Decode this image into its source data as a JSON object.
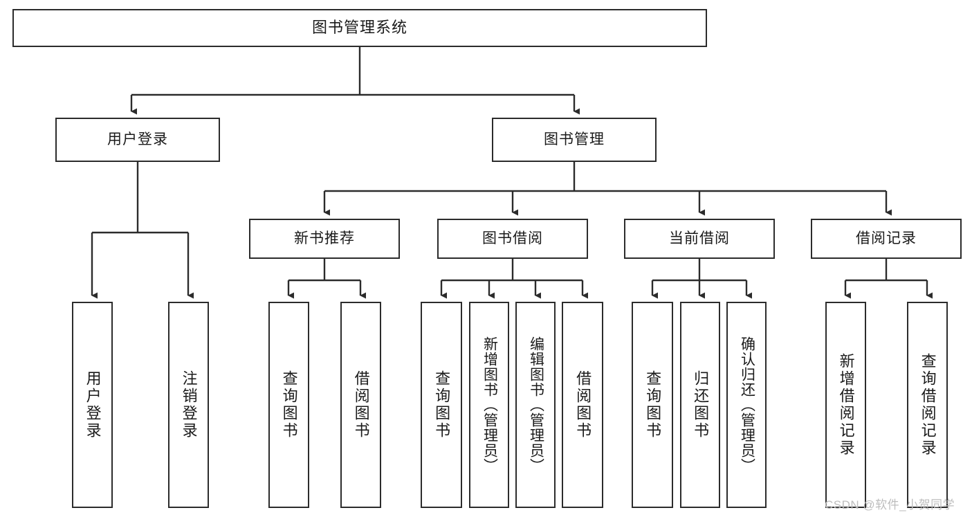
{
  "diagram": {
    "title": "图书管理系统",
    "type": "功能结构图",
    "levels": {
      "root": {
        "label": "图书管理系统"
      },
      "level2": [
        {
          "id": "user-login",
          "label": "用户登录"
        },
        {
          "id": "book-management",
          "label": "图书管理"
        }
      ],
      "level3": [
        {
          "id": "new-book-recommend",
          "label": "新书推荐",
          "parent": "book-management"
        },
        {
          "id": "book-borrow",
          "label": "图书借阅",
          "parent": "book-management"
        },
        {
          "id": "current-borrow",
          "label": "当前借阅",
          "parent": "book-management"
        },
        {
          "id": "borrow-record",
          "label": "借阅记录",
          "parent": "book-management"
        }
      ],
      "leaves": [
        {
          "id": "leaf-user-login",
          "label": "用户登录",
          "parent": "user-login"
        },
        {
          "id": "leaf-logout-login",
          "label": "注销登录",
          "parent": "user-login"
        },
        {
          "id": "leaf-query-book-1",
          "label": "查询图书",
          "parent": "new-book-recommend"
        },
        {
          "id": "leaf-borrow-book-1",
          "label": "借阅图书",
          "parent": "new-book-recommend"
        },
        {
          "id": "leaf-query-book-2",
          "label": "查询图书",
          "parent": "book-borrow"
        },
        {
          "id": "leaf-add-book",
          "label": "新增图书（管理员）",
          "parent": "book-borrow"
        },
        {
          "id": "leaf-edit-book",
          "label": "编辑图书（管理员）",
          "parent": "book-borrow"
        },
        {
          "id": "leaf-borrow-book-2",
          "label": "借阅图书",
          "parent": "book-borrow"
        },
        {
          "id": "leaf-query-book-3",
          "label": "查询图书",
          "parent": "current-borrow"
        },
        {
          "id": "leaf-return-book",
          "label": "归还图书",
          "parent": "current-borrow"
        },
        {
          "id": "leaf-confirm-return",
          "label": "确认归还（管理员）",
          "parent": "current-borrow"
        },
        {
          "id": "leaf-add-record",
          "label": "新增借阅记录",
          "parent": "borrow-record"
        },
        {
          "id": "leaf-query-record",
          "label": "查询借阅记录",
          "parent": "borrow-record"
        }
      ]
    }
  },
  "watermark": {
    "text": "CSDN @软件_小贺同学"
  },
  "colors": {
    "border": "#2b2b2b",
    "background": "#ffffff",
    "text": "#1a1a1a",
    "connector": "#2b2b2b",
    "watermark": "#bdbdbd"
  }
}
